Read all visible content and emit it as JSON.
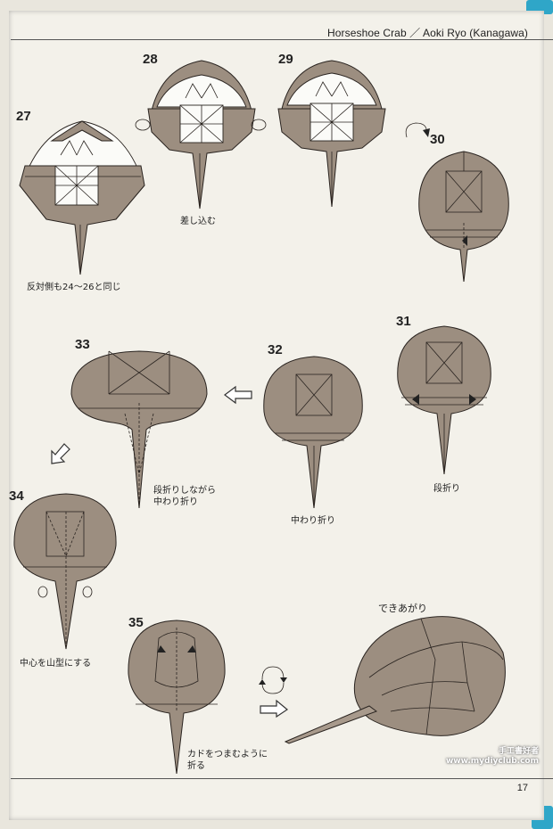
{
  "header": {
    "title": "Horseshoe Crab ／ Aoki Ryo (Kanagawa)"
  },
  "page_number": "17",
  "steps": [
    {
      "number": "27",
      "caption": [
        "反対側も24～26と同じ"
      ]
    },
    {
      "number": "28",
      "caption": [
        "差し込む"
      ]
    },
    {
      "number": "29",
      "caption": []
    },
    {
      "number": "30",
      "caption": []
    },
    {
      "number": "31",
      "caption": [
        "段折り"
      ]
    },
    {
      "number": "32",
      "caption": [
        "中わり折り"
      ]
    },
    {
      "number": "33",
      "caption": [
        "段折りしながら",
        "中わり折り"
      ]
    },
    {
      "number": "34",
      "caption": [
        "中心を山型にする"
      ]
    },
    {
      "number": "35",
      "caption": [
        "カドをつまむように",
        "折る"
      ]
    }
  ],
  "finished": {
    "label": "できあがり"
  },
  "watermark": {
    "line1": "手工書好者",
    "line2": "www.mydiyclub.com"
  },
  "colors": {
    "paper": "#9c8e80",
    "background": "#f3f1ea",
    "tab": "#2fa6c8"
  }
}
